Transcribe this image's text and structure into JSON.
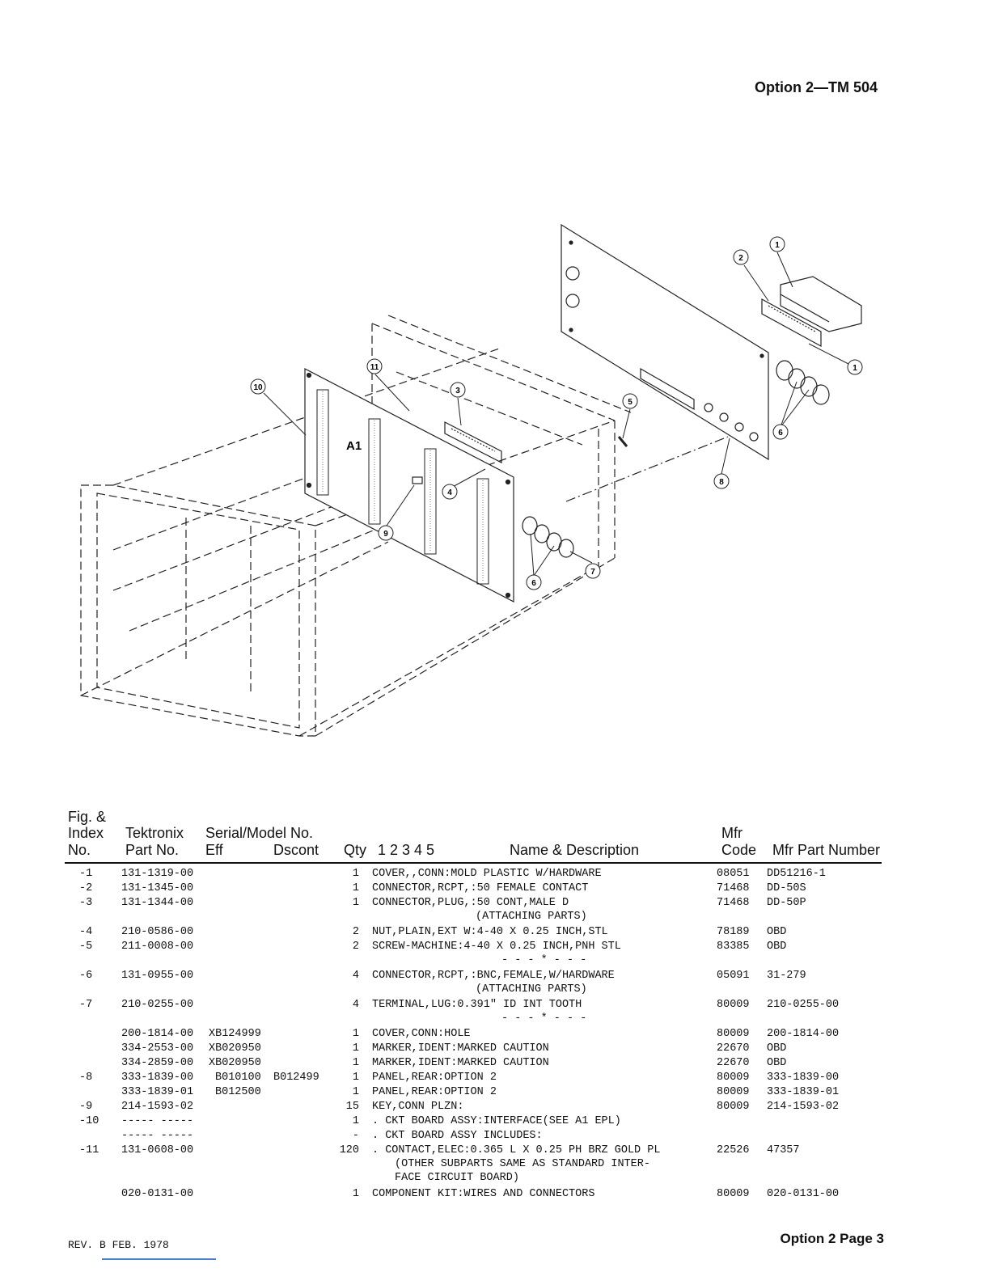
{
  "header": {
    "title": "Option 2—TM 504"
  },
  "diagram": {
    "board_label": "A1",
    "callouts": [
      "1",
      "2",
      "3",
      "4",
      "5",
      "6",
      "7",
      "8",
      "9",
      "10",
      "11"
    ]
  },
  "table": {
    "headers": {
      "fig_line1": "Fig. &",
      "fig_line2": "Index",
      "fig_line3": "No.",
      "tek_line1": "Tektronix",
      "tek_line2": "Part No.",
      "serial": "Serial/Model No.",
      "eff": "Eff",
      "dscont": "Dscont",
      "qty": "Qty",
      "indent": "1 2 3 4 5",
      "name": "Name & Description",
      "mfr_line1": "Mfr",
      "mfr_line2": "Code",
      "mfr_part": "Mfr Part Number"
    },
    "rows": [
      {
        "idx": "-1",
        "part": "131-1319-00",
        "eff": "",
        "dscont": "",
        "qty": "1",
        "desc": "COVER,,CONN:MOLD PLASTIC W/HARDWARE",
        "sub": "",
        "mfr": "08051",
        "mpn": "DD51216-1"
      },
      {
        "idx": "-2",
        "part": "131-1345-00",
        "eff": "",
        "dscont": "",
        "qty": "1",
        "desc": "CONNECTOR,RCPT,:50 FEMALE CONTACT",
        "sub": "",
        "mfr": "71468",
        "mpn": "DD-50S"
      },
      {
        "idx": "-3",
        "part": "131-1344-00",
        "eff": "",
        "dscont": "",
        "qty": "1",
        "desc": "CONNECTOR,PLUG,:50 CONT,MALE D",
        "sub": "(ATTACHING PARTS)",
        "mfr": "71468",
        "mpn": "DD-50P"
      },
      {
        "idx": "-4",
        "part": "210-0586-00",
        "eff": "",
        "dscont": "",
        "qty": "2",
        "desc": "NUT,PLAIN,EXT W:4-40 X 0.25 INCH,STL",
        "sub": "",
        "mfr": "78189",
        "mpn": "OBD"
      },
      {
        "idx": "-5",
        "part": "211-0008-00",
        "eff": "",
        "dscont": "",
        "qty": "2",
        "desc": "SCREW-MACHINE:4-40 X 0.25 INCH,PNH STL",
        "sub": "- - - * - - -",
        "mfr": "83385",
        "mpn": "OBD"
      },
      {
        "idx": "-6",
        "part": "131-0955-00",
        "eff": "",
        "dscont": "",
        "qty": "4",
        "desc": "CONNECTOR,RCPT,:BNC,FEMALE,W/HARDWARE",
        "sub": "(ATTACHING PARTS)",
        "mfr": "05091",
        "mpn": "31-279"
      },
      {
        "idx": "-7",
        "part": "210-0255-00",
        "eff": "",
        "dscont": "",
        "qty": "4",
        "desc": "TERMINAL,LUG:0.391\" ID INT TOOTH",
        "sub": "- - - * - - -",
        "mfr": "80009",
        "mpn": "210-0255-00"
      },
      {
        "idx": "",
        "part": "200-1814-00",
        "eff": "XB124999",
        "dscont": "",
        "qty": "1",
        "desc": "COVER,CONN:HOLE",
        "sub": "",
        "mfr": "80009",
        "mpn": "200-1814-00"
      },
      {
        "idx": "",
        "part": "334-2553-00",
        "eff": "XB020950",
        "dscont": "",
        "qty": "1",
        "desc": "MARKER,IDENT:MARKED CAUTION",
        "sub": "",
        "mfr": "22670",
        "mpn": "OBD"
      },
      {
        "idx": "",
        "part": "334-2859-00",
        "eff": "XB020950",
        "dscont": "",
        "qty": "1",
        "desc": "MARKER,IDENT:MARKED CAUTION",
        "sub": "",
        "mfr": "22670",
        "mpn": "OBD"
      },
      {
        "idx": "-8",
        "part": "333-1839-00",
        "eff": "B010100",
        "dscont": "B012499",
        "qty": "1",
        "desc": "PANEL,REAR:OPTION 2",
        "sub": "",
        "mfr": "80009",
        "mpn": "333-1839-00"
      },
      {
        "idx": "",
        "part": "333-1839-01",
        "eff": "B012500",
        "dscont": "",
        "qty": "1",
        "desc": "PANEL,REAR:OPTION 2",
        "sub": "",
        "mfr": "80009",
        "mpn": "333-1839-01"
      },
      {
        "idx": "-9",
        "part": "214-1593-02",
        "eff": "",
        "dscont": "",
        "qty": "15",
        "desc": "KEY,CONN PLZN:",
        "sub": "",
        "mfr": "80009",
        "mpn": "214-1593-02"
      },
      {
        "idx": "-10",
        "part": "----- -----",
        "eff": "",
        "dscont": "",
        "qty": "1",
        "desc": ". CKT BOARD ASSY:INTERFACE(SEE A1 EPL)",
        "sub": "",
        "mfr": "",
        "mpn": ""
      },
      {
        "idx": "",
        "part": "----- -----",
        "eff": "",
        "dscont": "",
        "qty": "-",
        "desc": ". CKT BOARD ASSY INCLUDES:",
        "sub": "",
        "mfr": "",
        "mpn": ""
      },
      {
        "idx": "-11",
        "part": "131-0608-00",
        "eff": "",
        "dscont": "",
        "qty": "120",
        "desc": ". CONTACT,ELEC:0.365 L X 0.25 PH BRZ GOLD PL",
        "sub": "(OTHER SUBPARTS SAME AS STANDARD INTER-",
        "sub2": "FACE CIRCUIT BOARD)",
        "mfr": "22526",
        "mpn": "47357"
      },
      {
        "idx": "",
        "part": "020-0131-00",
        "eff": "",
        "dscont": "",
        "qty": "1",
        "desc": "COMPONENT KIT:WIRES AND CONNECTORS",
        "sub": "",
        "mfr": "80009",
        "mpn": "020-0131-00"
      }
    ]
  },
  "footer": {
    "rev": "REV. B FEB. 1978",
    "page": "Option 2 Page 3"
  }
}
